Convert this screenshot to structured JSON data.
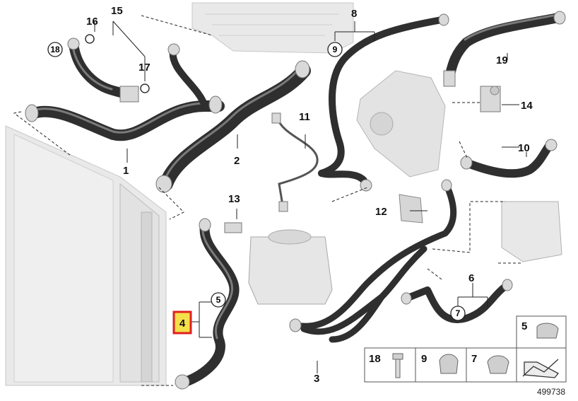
{
  "callouts": {
    "c1": "1",
    "c2": "2",
    "c3": "3",
    "c4": "4",
    "c5": "5",
    "c6": "6",
    "c7": "7",
    "c8": "8",
    "c9": "9",
    "c10": "10",
    "c11": "11",
    "c12": "12",
    "c13": "13",
    "c14": "14",
    "c15": "15",
    "c16": "16",
    "c17": "17",
    "c18": "18",
    "c19": "19"
  },
  "legend": {
    "box5": "5",
    "box18": "18",
    "box9": "9",
    "box7": "7"
  },
  "reference_number": "499738",
  "colors": {
    "highlight_box": "#e02020",
    "highlight_fill": "#f4e04a",
    "hose": "#2f2f2f"
  }
}
